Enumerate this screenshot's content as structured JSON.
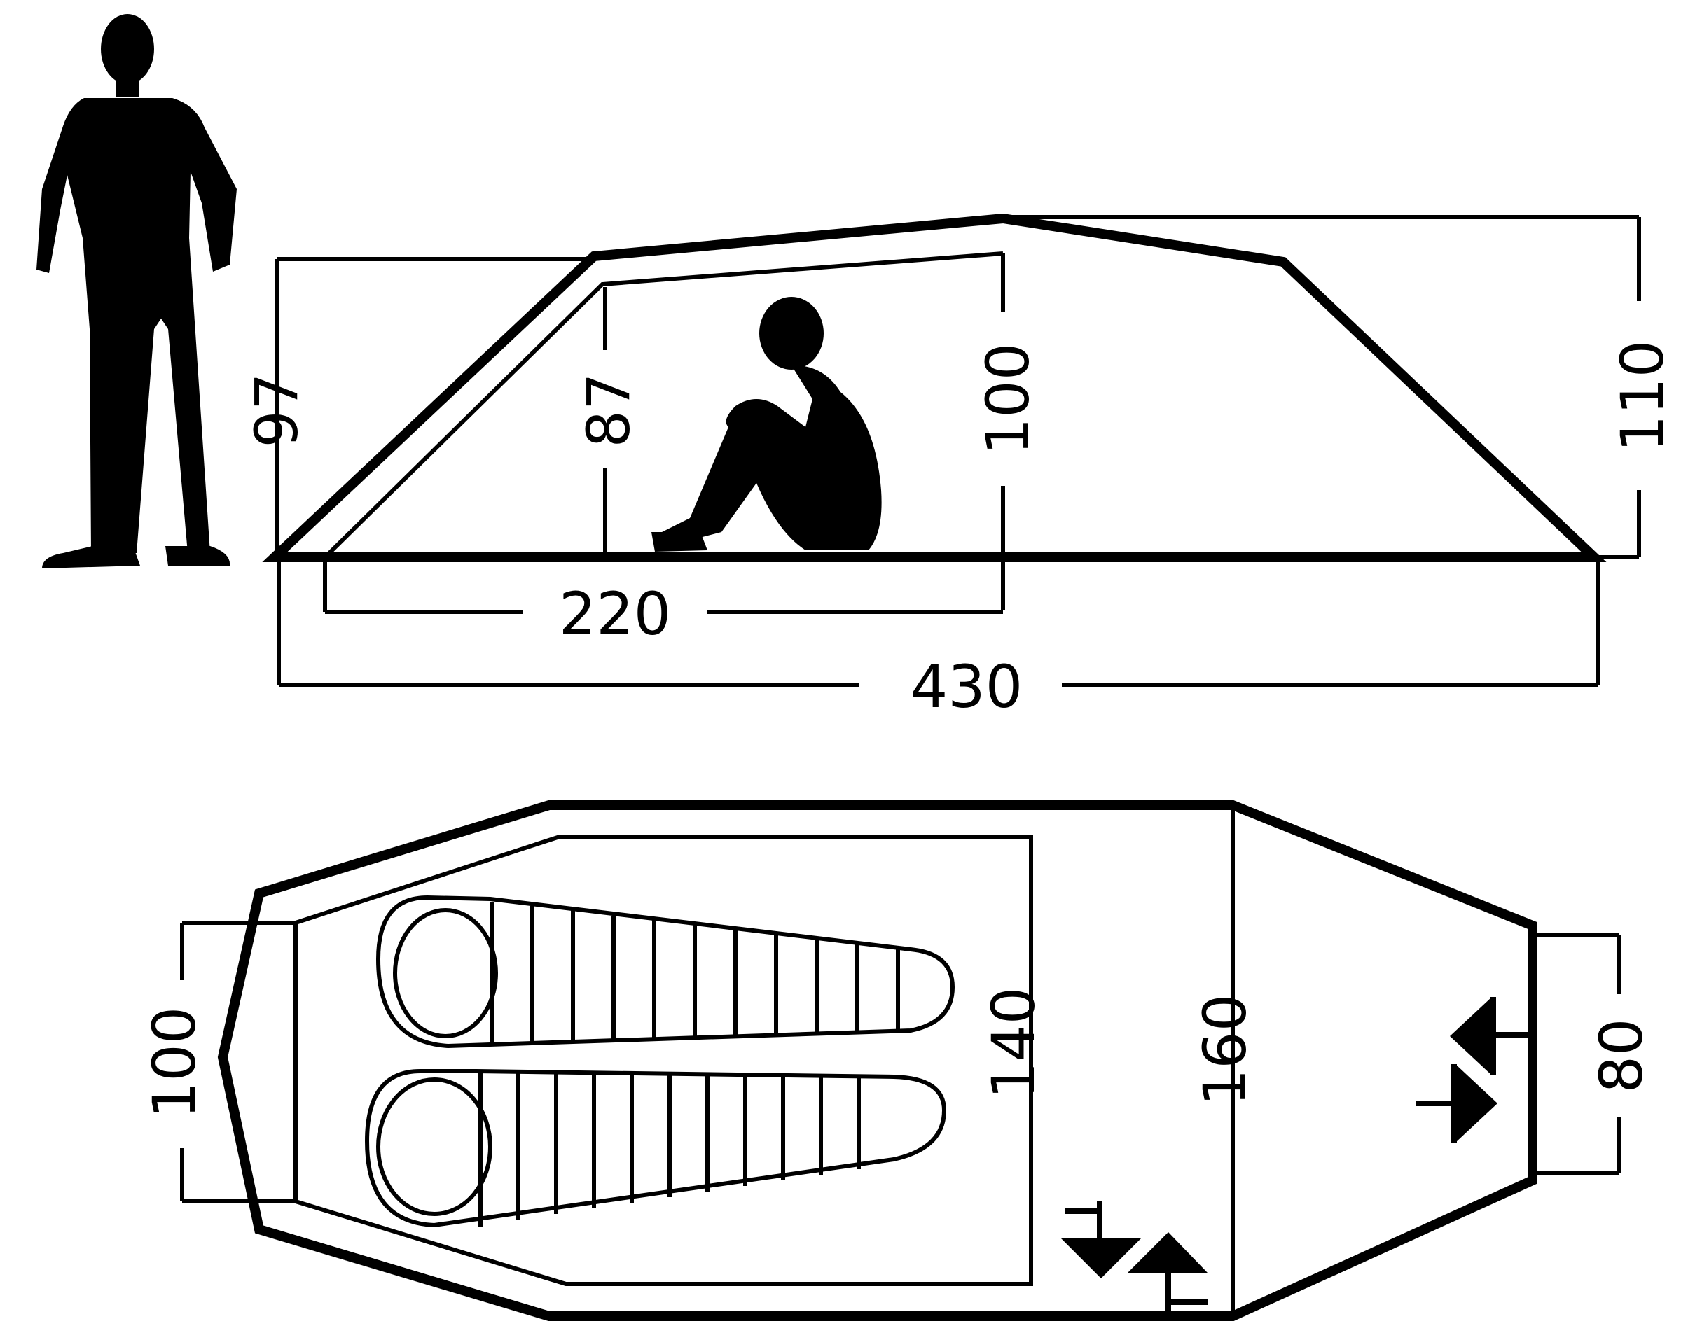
{
  "colors": {
    "ink": "#000000",
    "background": "#ffffff"
  },
  "side_view": {
    "height_outer_left": "97",
    "height_inner_left": "87",
    "height_peak_inner": "100",
    "height_peak_outer": "110",
    "length_inner": "220",
    "length_total": "430"
  },
  "floor_plan": {
    "width_rear": "100",
    "width_inner": "140",
    "width_vestibule": "160",
    "width_front": "80"
  },
  "icons": [
    "standing-person-silhouette",
    "sitting-person-silhouette",
    "sleeping-bag-icon",
    "entrance-arrows-icon"
  ]
}
